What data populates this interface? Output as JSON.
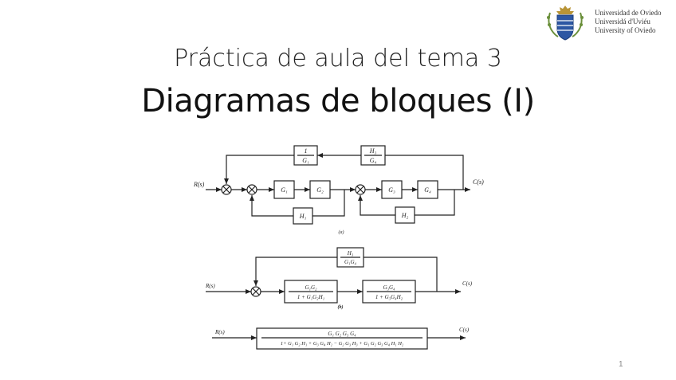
{
  "logo": {
    "lines": [
      "Universidad de Oviedo",
      "Universidá d'Uviéu",
      "University of Oviedo"
    ]
  },
  "slide": {
    "subtitle": "Práctica de aula del tema 3",
    "title": "Diagramas de bloques (I)",
    "page_number": "1"
  },
  "diagram_a": {
    "input": "R(s)",
    "output": "C(s)",
    "caption": "(a)",
    "blocks": {
      "g1": "G₁",
      "g2": "G₂",
      "g3": "G₃",
      "g4": "G₄",
      "h1": "H₁",
      "h2": "H₂",
      "fb_outer_num": "1",
      "fb_outer_den": "G₁",
      "fb_mid_num": "H₃",
      "fb_mid_den": "G₄"
    }
  },
  "diagram_b": {
    "input": "R(s)",
    "output": "C(s)",
    "caption": "(b)",
    "blocks": {
      "fb_num": "H₃",
      "fb_den": "G₁G₄",
      "first_num": "G₁G₂",
      "first_den": "1 + G₁G₂H₁",
      "second_num": "G₃G₄",
      "second_den": "1 + G₃G₄H₂"
    }
  },
  "diagram_c": {
    "input": "R(s)",
    "output": "C(s)",
    "tf_num": "G₁ G₂ G₃ G₄",
    "tf_den": "1+ G₁ G₂ H₁ + G₃ G₄ H₂ − G₂ G₃ H₃ + G₁ G₂ G₃ G₄ H₁ H₂"
  }
}
